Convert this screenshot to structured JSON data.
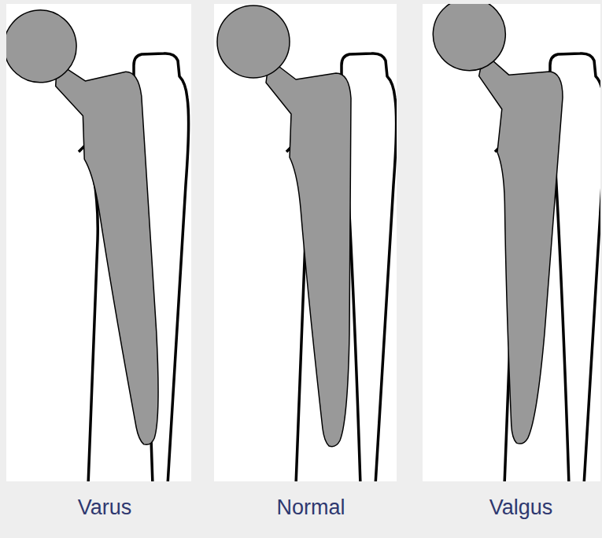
{
  "diagram": {
    "labels": [
      "Varus",
      "Normal",
      "Valgus"
    ]
  }
}
